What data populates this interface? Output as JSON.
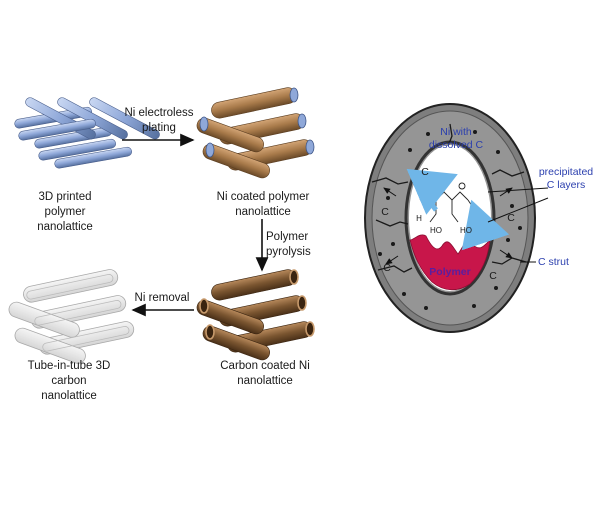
{
  "steps": {
    "printed": [
      "3D printed",
      "polymer",
      "nanolattice"
    ],
    "ni_coated": [
      "Ni coated polymer",
      "nanolattice"
    ],
    "carbon_coated": [
      "Carbon coated Ni",
      "nanolattice"
    ],
    "tube_in_tube": [
      "Tube-in-tube 3D",
      "carbon",
      "nanolattice"
    ]
  },
  "arrows": {
    "plating": [
      "Ni electroless",
      "plating"
    ],
    "pyrolysis": [
      "Polymer",
      "pyrolysis"
    ],
    "removal": "Ni removal"
  },
  "cross_section": {
    "ni_with_c": [
      "Ni with",
      "dissolved C"
    ],
    "precipitated": [
      "precipitated",
      "C layers"
    ],
    "strut": "C strut",
    "polymer": "Polymer",
    "c_mark": "C",
    "chem_ho": "HO",
    "chem_h": "H"
  },
  "colors": {
    "polymer_rod": "#8fa8d9",
    "nickel_rod": "#a87a4a",
    "carbon_rod": "#7a5530",
    "ni_shell": "#8a8a8a",
    "polymer_fill": "#c8164a",
    "arrow_blue": "#6fb6e8",
    "label_blue": "#2b3fae"
  }
}
